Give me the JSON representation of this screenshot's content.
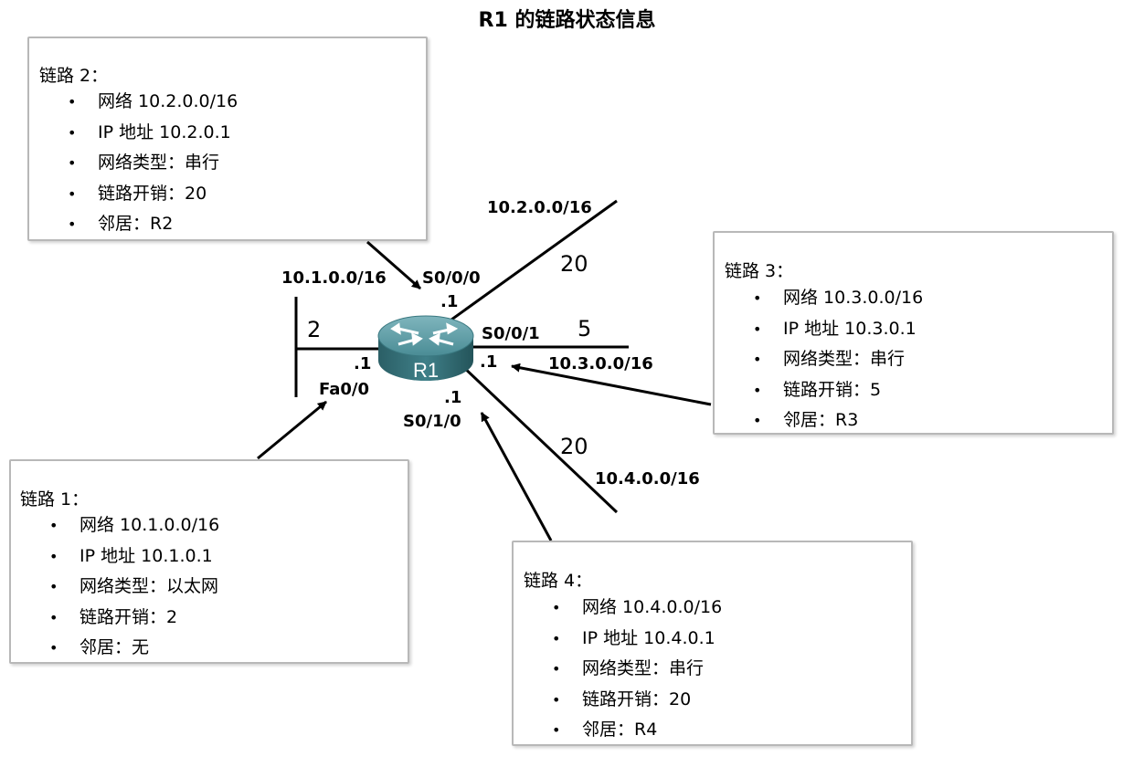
{
  "title": "R1 的链路状态信息",
  "router": {
    "name": "R1"
  },
  "links": [
    {
      "title": "链路 1：",
      "items": [
        "网络 10.1.0.0/16",
        "IP 地址 10.1.0.1",
        "网络类型：以太网",
        "链路开销：2",
        "邻居：无"
      ]
    },
    {
      "title": "链路 2：",
      "items": [
        "网络 10.2.0.0/16",
        "IP 地址 10.2.0.1",
        "网络类型：串行",
        "链路开销：20",
        "邻居：R2"
      ]
    },
    {
      "title": "链路 3：",
      "items": [
        "网络 10.3.0.0/16",
        "IP 地址 10.3.0.1",
        "网络类型：串行",
        "链路开销：5",
        "邻居：R3"
      ]
    },
    {
      "title": "链路 4：",
      "items": [
        "网络 10.4.0.0/16",
        "IP 地址 10.4.0.1",
        "网络类型：串行",
        "链路开销：20",
        "邻居：R4"
      ]
    }
  ],
  "labels": {
    "net_10_1": "10.1.0.0/16",
    "net_10_2": "10.2.0.0/16",
    "net_10_3": "10.3.0.0/16",
    "net_10_4": "10.4.0.0/16",
    "if_s000": "S0/0/0",
    "if_s001": "S0/0/1",
    "if_s010": "S0/1/0",
    "if_fa00": "Fa0/0",
    "host_s000": ".1",
    "host_s001": ".1",
    "host_s010": ".1",
    "host_fa00": ".1",
    "cost_link1": "2",
    "cost_link2": "20",
    "cost_link3": "5",
    "cost_link4": "20"
  },
  "colors": {
    "router_top": "#4f8f98",
    "router_side": "#2f6870",
    "box_border": "#b8b8b8"
  }
}
